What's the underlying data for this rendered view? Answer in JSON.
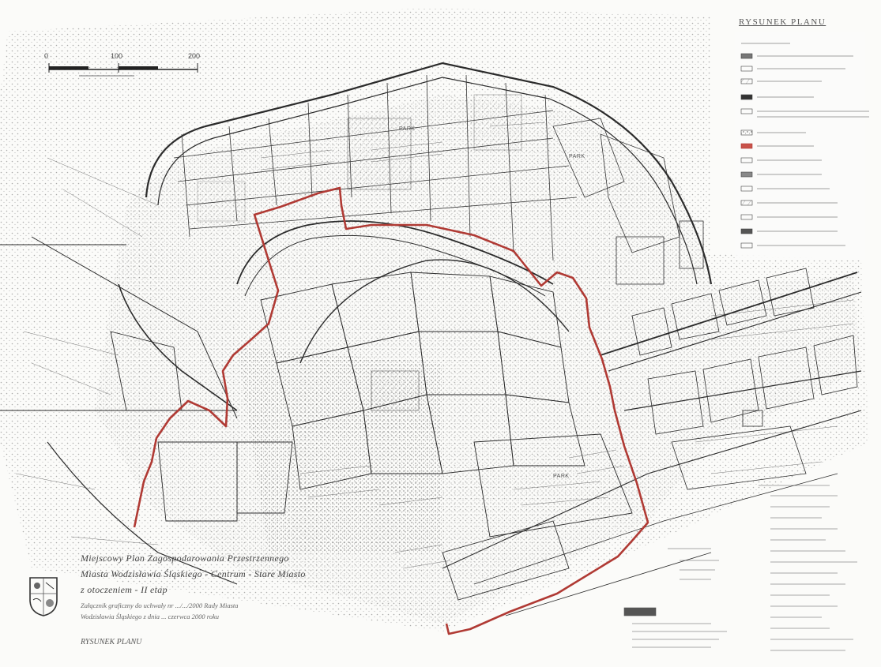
{
  "map": {
    "title_lines": [
      "Miejscowy Plan Zagospodarowania Przestrzennego",
      "Miasta Wodzisławia Śląskiego - Centrum - Stare Miasto",
      "z otoczeniem - II etap"
    ],
    "subtitle_lines": [
      "Załącznik graficzny do uchwały nr .../.../2000 Rady Miasta",
      "Wodzisławia Śląskiego z dnia ... czerwca 2000 roku"
    ],
    "rysunek_label": "RYSUNEK PLANU",
    "legend_title": "RYSUNEK PLANU",
    "scale_labels": [
      "0",
      "100",
      "200"
    ],
    "area_labels": [
      "PARK",
      "PARK",
      "PARK"
    ],
    "colors": {
      "boundary": "#b03a34",
      "linework": "#2b2b2b",
      "paper": "#fbfbf9",
      "legend_swatch": "#c9524a"
    },
    "icons": [
      "coat-of-arms-icon"
    ]
  }
}
